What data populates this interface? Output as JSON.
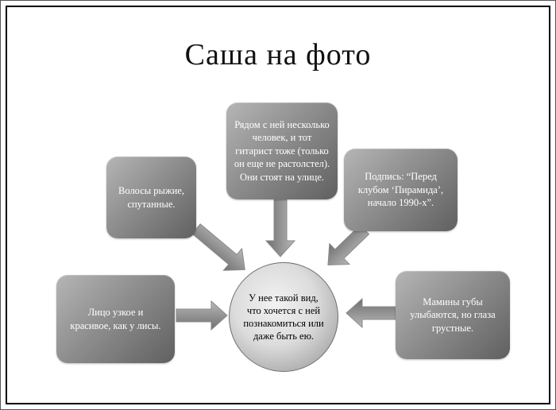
{
  "title": "Саша на фото",
  "center_circle": {
    "text": "У нее такой вид, что хочется с ней познакомиться или даже быть ею."
  },
  "callouts": [
    {
      "id": "hair",
      "text": "Волосы рыжие, спутанные."
    },
    {
      "id": "surroundings",
      "text": "Рядом с ней несколько человек, и тот гитарист тоже (только он еще не растолстел). Они стоят на улице."
    },
    {
      "id": "caption",
      "text": "Подпись: “Перед клубом ‘Пирамида’, начало 1990-х”."
    },
    {
      "id": "face",
      "text": "Лицо узкое и красивое, как у лисы."
    },
    {
      "id": "lips",
      "text": "Мамины губы улыбаются, но глаза грустные."
    }
  ],
  "colors": {
    "background": "#ffffff",
    "title": "#111111",
    "box_light": "#b5b5b5",
    "box_dark": "#606060",
    "box_text": "#ffffff",
    "circle_light": "#f2f2f2",
    "circle_dark": "#8f8f8f",
    "arrow_light": "#b8b8b8",
    "arrow_dark": "#6f6f6f"
  }
}
